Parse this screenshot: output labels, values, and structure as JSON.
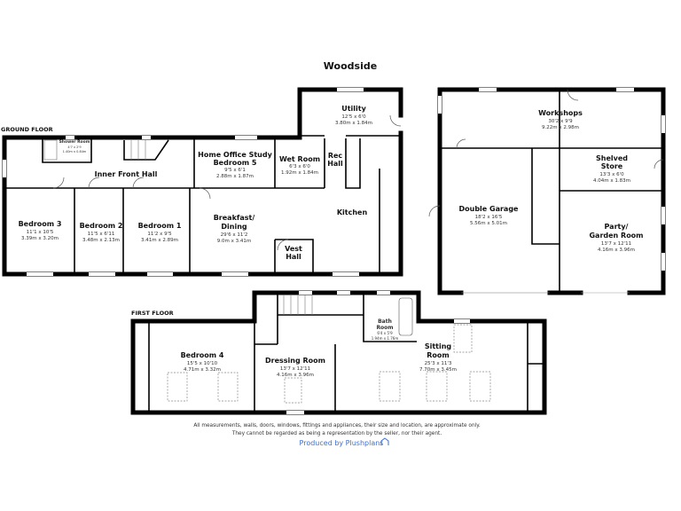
{
  "title": "Woodside",
  "ground_floor": {
    "label": "GROUND FLOOR",
    "rooms": [
      {
        "name": "Shower Room",
        "imperial": "4'7 x 2'9",
        "metric": "1.40m x 0.84m"
      },
      {
        "name": "Inner Front Hall"
      },
      {
        "name": "Home Office Study",
        "name2": "Bedroom 5",
        "imperial": "9'5 x 6'1",
        "metric": "2.88m x 1.87m"
      },
      {
        "name": "Wet Room",
        "imperial": "6'3 x 6'0",
        "metric": "1.92m x 1.84m"
      },
      {
        "name": "Utility",
        "imperial": "12'5 x 6'0",
        "metric": "3.80m x 1.84m"
      },
      {
        "name": "Rec",
        "name2": "Hall"
      },
      {
        "name": "Bedroom 3",
        "imperial": "11'1 x 10'5",
        "metric": "3.39m x 3.20m"
      },
      {
        "name": "Bedroom 2",
        "imperial": "11'5 x 6'11",
        "metric": "3.48m x 2.13m"
      },
      {
        "name": "Bedroom 1",
        "imperial": "11'2 x 9'5",
        "metric": "3.41m x 2.89m"
      },
      {
        "name": "Breakfast/",
        "name2": "Dining",
        "imperial": "29'6 x 11'2",
        "metric": "9.0m x 3.41m"
      },
      {
        "name": "Vest",
        "name2": "Hall"
      },
      {
        "name": "Kitchen"
      }
    ]
  },
  "outbuilding": {
    "rooms": [
      {
        "name": "Workshops",
        "imperial": "30'2 x 9'9",
        "metric": "9.22m x 2.98m"
      },
      {
        "name": "Shelved",
        "name2": "Store",
        "imperial": "13'3 x 6'0",
        "metric": "4.04m x 1.83m"
      },
      {
        "name": "Double Garage",
        "imperial": "18'2 x 16'5",
        "metric": "5.56m x 5.01m"
      },
      {
        "name": "Party/",
        "name2": "Garden Room",
        "imperial": "13'7 x 12'11",
        "metric": "4.16m x 3.96m"
      }
    ]
  },
  "first_floor": {
    "label": "FIRST FLOOR",
    "rooms": [
      {
        "name": "Bedroom 4",
        "imperial": "15'5 x 10'10",
        "metric": "4.71m x 3.32m"
      },
      {
        "name": "Dressing Room",
        "imperial": "13'7 x 12'11",
        "metric": "4.16m x 3.96m"
      },
      {
        "name": "Bath",
        "name2": "Room",
        "imperial": "6'4 x 5'9",
        "metric": "1.94m x 1.76m"
      },
      {
        "name": "Sitting",
        "name2": "Room",
        "imperial": "25'3 x 11'3",
        "metric": "7.70m x 3.45m"
      }
    ]
  },
  "footer": {
    "disclaimer1": "All measurements, walls, doors, windows, fittings and appliances, their size and location, are approximate only.",
    "disclaimer2": "They cannot be regarded as being a representation by the seller, nor their agent.",
    "credit": "Produced by Plushplans",
    "credit_color": "#3a6fd8",
    "credit_icon": "house-icon"
  }
}
